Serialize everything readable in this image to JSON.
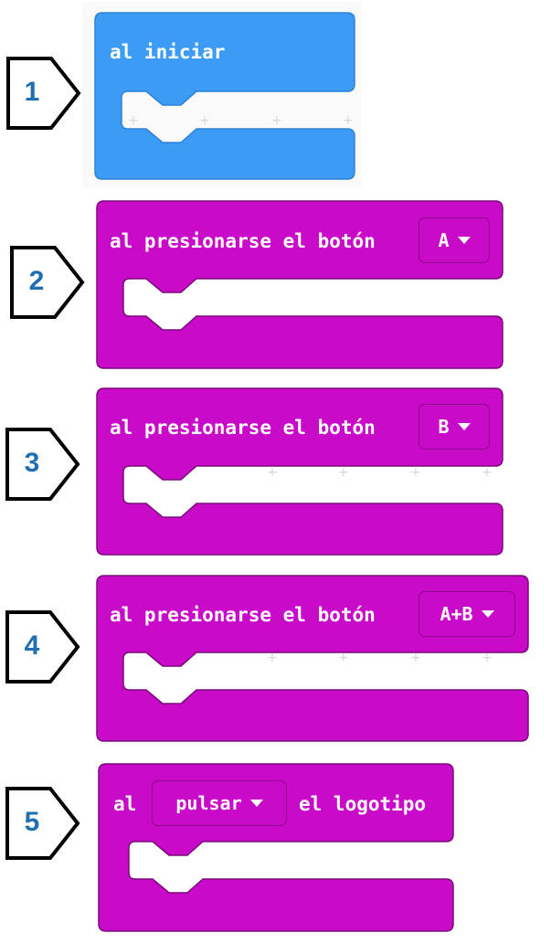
{
  "markers": [
    "1",
    "2",
    "3",
    "4",
    "5"
  ],
  "blocks": [
    {
      "label": "al iniciar"
    },
    {
      "label": "al presionarse el botón",
      "dropdown": "A"
    },
    {
      "label": "al presionarse el botón",
      "dropdown": "B"
    },
    {
      "label": "al presionarse el botón",
      "dropdown": "A+B"
    },
    {
      "label_prefix": "al",
      "dropdown": "pulsar",
      "label_suffix": "el logotipo"
    }
  ],
  "colors": {
    "start_block": "#3b9bf5",
    "start_block_stroke": "#2d83d6",
    "input_block": "#c90ac9",
    "input_block_stroke": "#7a0a7a",
    "marker_number": "#1f6fb2"
  }
}
